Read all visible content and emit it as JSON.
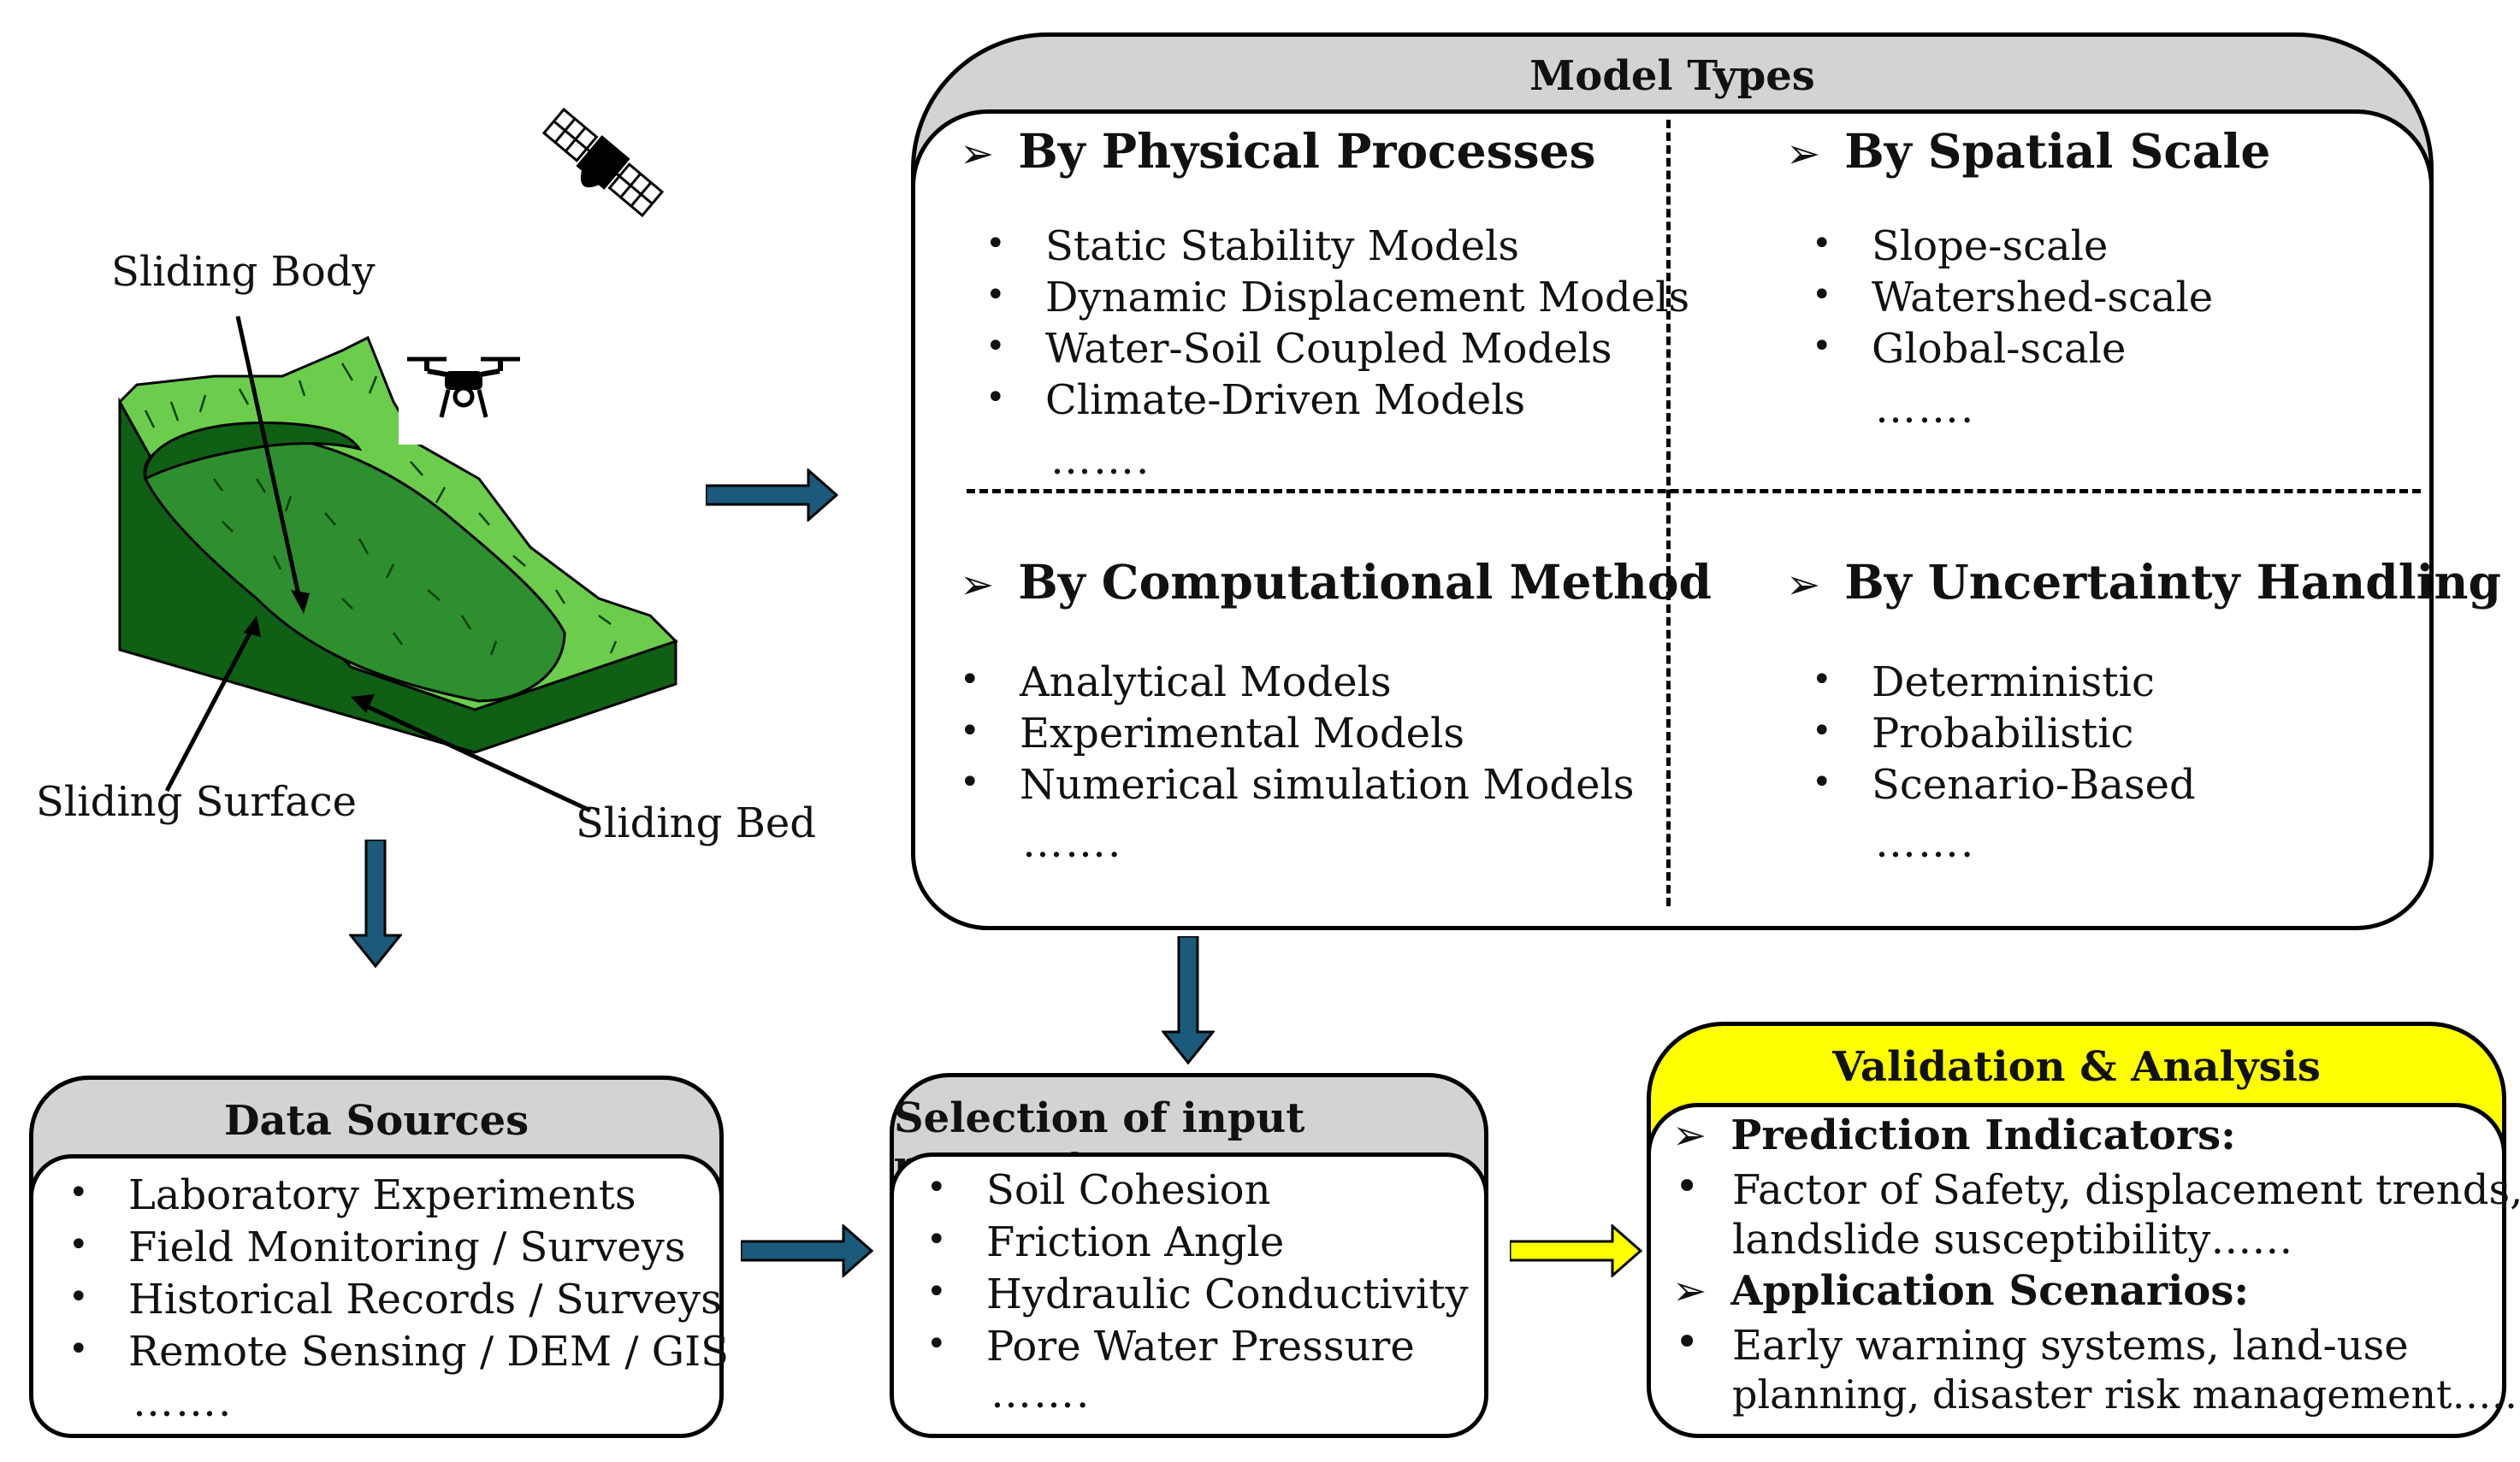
{
  "illustration": {
    "labels": {
      "sliding_body": "Sliding Body",
      "sliding_surface": "Sliding Surface",
      "sliding_bed": "Sliding Bed"
    },
    "icons": [
      "satellite-icon",
      "drone-icon"
    ]
  },
  "model_types": {
    "title": "Model Types",
    "quadrants": [
      {
        "heading": "By Physical Processes",
        "items": [
          "Static Stability Models",
          "Dynamic Displacement Models",
          "Water-Soil Coupled Models",
          "Climate-Driven Models"
        ],
        "ellipsis": "……."
      },
      {
        "heading": "By Spatial Scale",
        "items": [
          "Slope-scale",
          "Watershed-scale",
          "Global-scale"
        ],
        "ellipsis": "……."
      },
      {
        "heading": "By Computational Method",
        "items": [
          "Analytical Models",
          "Experimental Models",
          "Numerical simulation Models"
        ],
        "ellipsis": "……."
      },
      {
        "heading": "By Uncertainty Handling",
        "items": [
          "Deterministic",
          "Probabilistic",
          "Scenario-Based"
        ],
        "ellipsis": "……."
      }
    ]
  },
  "data_sources": {
    "title": "Data Sources",
    "items": [
      "Laboratory Experiments",
      "Field Monitoring /  Surveys",
      "Historical Records /  Surveys",
      "Remote Sensing /  DEM /  GIS"
    ],
    "ellipsis": "……."
  },
  "input_parameters": {
    "title": "Selection of input parameters",
    "items": [
      "Soil Cohesion",
      "Friction Angle",
      "Hydraulic Conductivity",
      "Pore Water Pressure"
    ],
    "ellipsis": "……."
  },
  "validation": {
    "title": "Validation & Analysis",
    "prediction_heading": "Prediction Indicators:",
    "prediction_lines": [
      "Factor of Safety, displacement trends,",
      "landslide susceptibility……"
    ],
    "application_heading": "Application Scenarios:",
    "application_lines": [
      "Early warning systems, land-use",
      "planning, disaster risk management……"
    ]
  },
  "colors": {
    "arrow_blue": "#1b5a7a",
    "arrow_yellow": "#ffff00",
    "tab_gray": "#d3d3d3",
    "tab_yellow": "#ffff00",
    "terrain_light": "#6ccd4c",
    "terrain_mid": "#2e8f2e",
    "terrain_dark": "#0f5f14"
  }
}
